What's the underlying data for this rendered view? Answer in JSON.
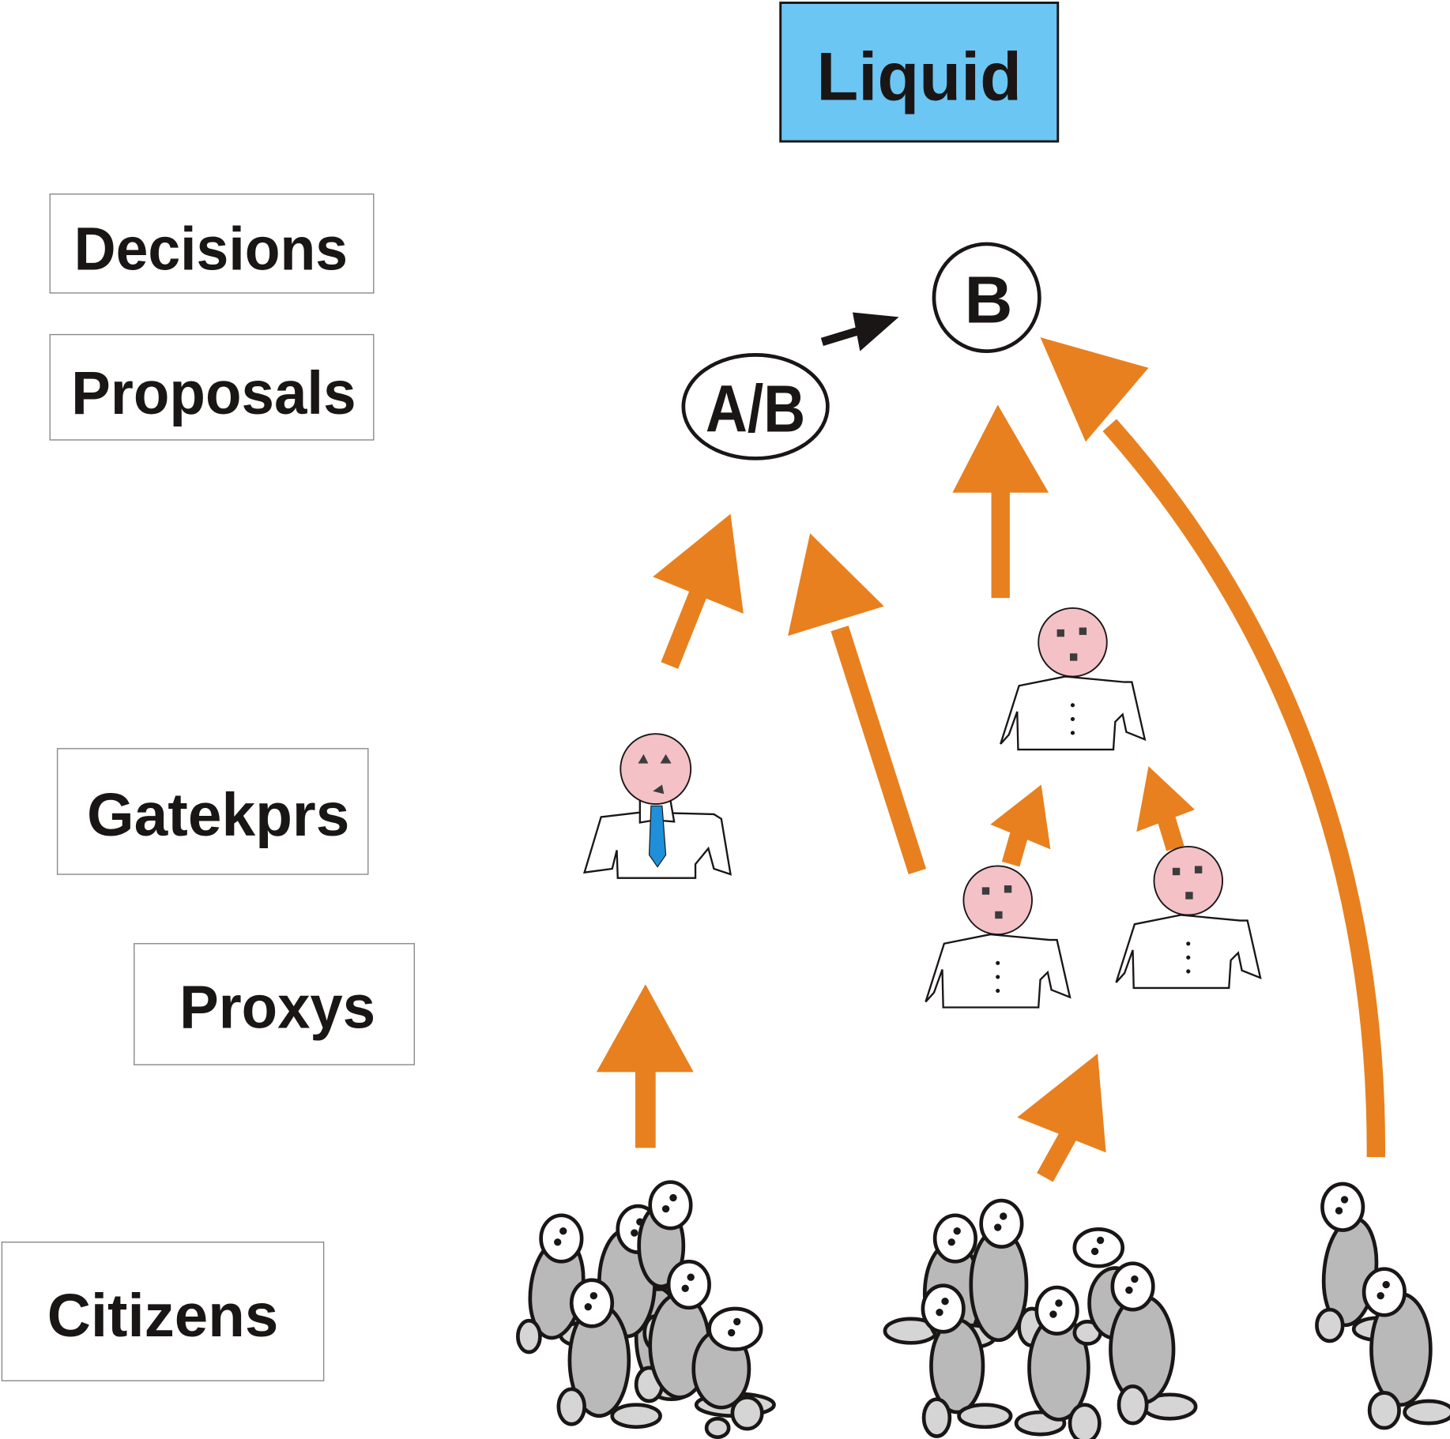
{
  "title": "Liquid",
  "levels": {
    "decisions": "Decisions",
    "proposals": "Proposals",
    "gatekeepers": "Gatekprs",
    "proxys": "Proxys",
    "citizens": "Citizens"
  },
  "nodes": {
    "proposal": "A/B",
    "decision": "B"
  },
  "colors": {
    "title_fill": "#6cc6f4",
    "arrow_orange": "#e8801f",
    "face_pink": "#f3c1c6",
    "tie_blue": "#1e8fd8",
    "citizen_gray": "#b9b9b9"
  },
  "flows": [
    {
      "from": "citizens-group-left",
      "to": "gatekeeper"
    },
    {
      "from": "gatekeeper",
      "to": "proposal-A/B"
    },
    {
      "from": "proxy-left",
      "to": "proposal-A/B"
    },
    {
      "from": "proposal-A/B",
      "to": "decision-B"
    },
    {
      "from": "citizens-group-middle",
      "to": "proxys"
    },
    {
      "from": "proxy-left",
      "to": "proxy-top"
    },
    {
      "from": "proxy-right",
      "to": "proxy-top"
    },
    {
      "from": "proxy-top",
      "to": "decision-B"
    },
    {
      "from": "citizens-group-right",
      "to": "decision-B"
    }
  ]
}
